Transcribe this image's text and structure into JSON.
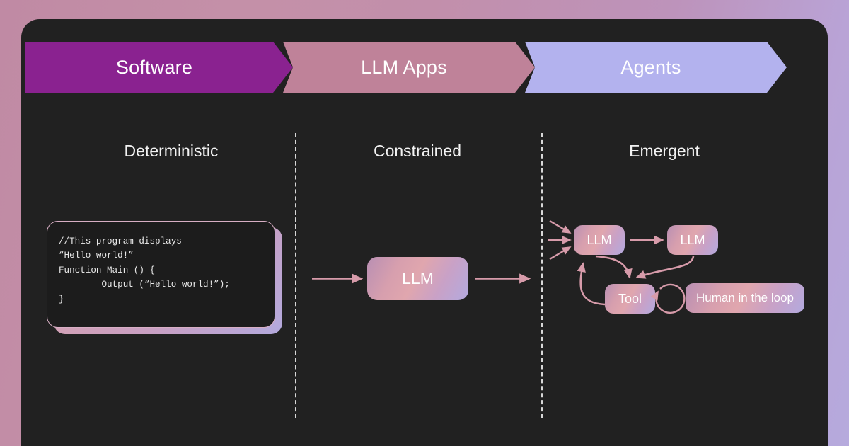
{
  "theme": {
    "page_background_gradient": [
      "#c08aa4",
      "#bd93bb",
      "#b6aadd"
    ],
    "panel_background": "#212121",
    "banner_colors": [
      "#8a2290",
      "#bf8299",
      "#b3b2ee"
    ],
    "node_gradient": [
      "#b98fb3",
      "#d79fae",
      "#c9a1c6",
      "#b3aadf"
    ],
    "arrow_color": "#d79baa",
    "divider_color": "#d8d8d8",
    "code_text_color": "#e9e9e9",
    "code_card_background": "#1c1c1c",
    "code_card_border": "#d7aec4"
  },
  "banner": {
    "stages": [
      {
        "label": "Software"
      },
      {
        "label": "LLM Apps"
      },
      {
        "label": "Agents"
      }
    ]
  },
  "columns": [
    {
      "heading": "Deterministic"
    },
    {
      "heading": "Constrained"
    },
    {
      "heading": "Emergent"
    }
  ],
  "code_block": {
    "content": "//This program displays\n“Hello world!”\nFunction Main () {\n        Output (“Hello world!”);\n}"
  },
  "llm_app": {
    "node_label": "LLM",
    "input_arrow": "arrow-right",
    "output_arrow": "arrow-right"
  },
  "agent_graph": {
    "nodes": [
      {
        "id": "llm-1",
        "label": "LLM"
      },
      {
        "id": "llm-2",
        "label": "LLM"
      },
      {
        "id": "tool",
        "label": "Tool"
      },
      {
        "id": "human",
        "label": "Human in the loop"
      }
    ],
    "inbound_arrows": 3,
    "edges": [
      {
        "from": "llm-1",
        "to": "llm-2",
        "style": "straight"
      },
      {
        "from": "llm-1",
        "to": "tool",
        "style": "curved"
      },
      {
        "from": "llm-2",
        "to": "tool",
        "style": "curved"
      },
      {
        "from": "tool",
        "to": "llm-1",
        "style": "curved"
      },
      {
        "from": "tool",
        "to": "tool",
        "style": "self-loop"
      }
    ]
  }
}
